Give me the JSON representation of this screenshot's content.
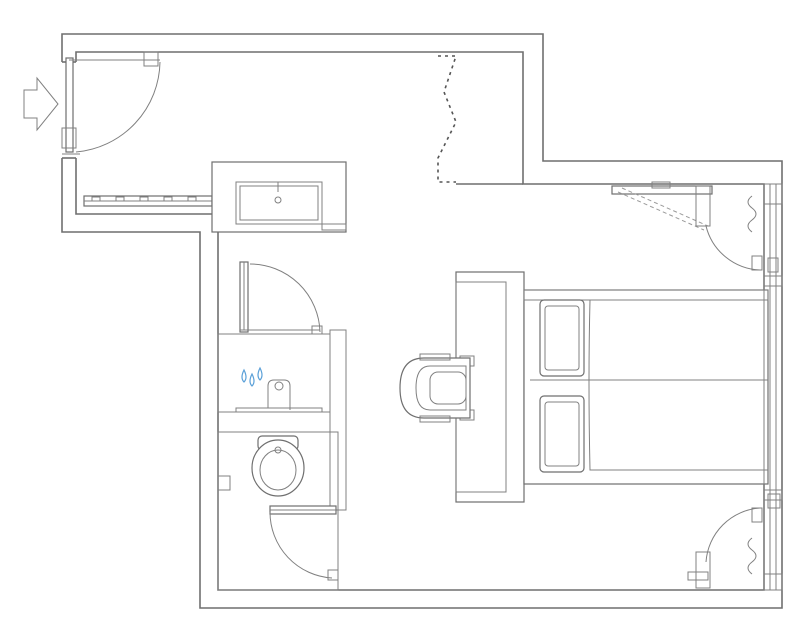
{
  "plan": {
    "colors": {
      "line": "#6f6f6f",
      "water": "#5aa0d8",
      "background": "#ffffff"
    },
    "elements": [
      "entrance-arrow-icon",
      "entrance-door",
      "wardrobe",
      "washbasin-vanity",
      "bathroom-door",
      "shower",
      "water-drops-icon",
      "toilet",
      "toilet-door",
      "desk",
      "desk-chair",
      "double-bed",
      "pillow-top",
      "pillow-bottom",
      "balcony-door-top",
      "balcony-door-bottom",
      "curtain-top",
      "curtain-bottom",
      "folding-partition"
    ]
  }
}
